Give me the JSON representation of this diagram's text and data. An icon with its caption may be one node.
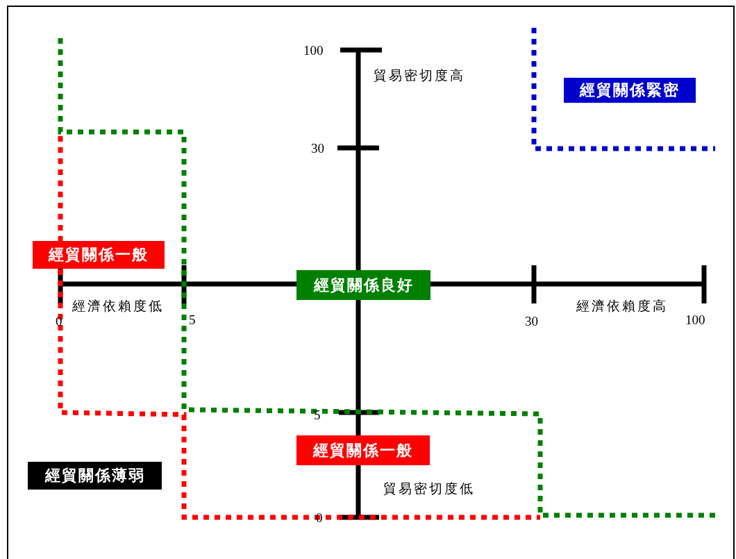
{
  "diagram": {
    "nodes": [
      {
        "text": [
          "經貿關係緊密"
        ]
      },
      {
        "text": [
          "經貿關係一般"
        ]
      },
      {
        "text": [
          "經貿關係良好"
        ]
      },
      {
        "text": [
          "經貿關係一般"
        ]
      },
      {
        "text": [
          "經貿關係薄弱"
        ]
      }
    ],
    "labels": [
      "100",
      "貿易密切度高",
      "30",
      "經濟依賴度低",
      "經濟依賴度高",
      "0",
      "5",
      "30",
      "100",
      "5",
      "貿易密切度低",
      "0"
    ]
  }
}
